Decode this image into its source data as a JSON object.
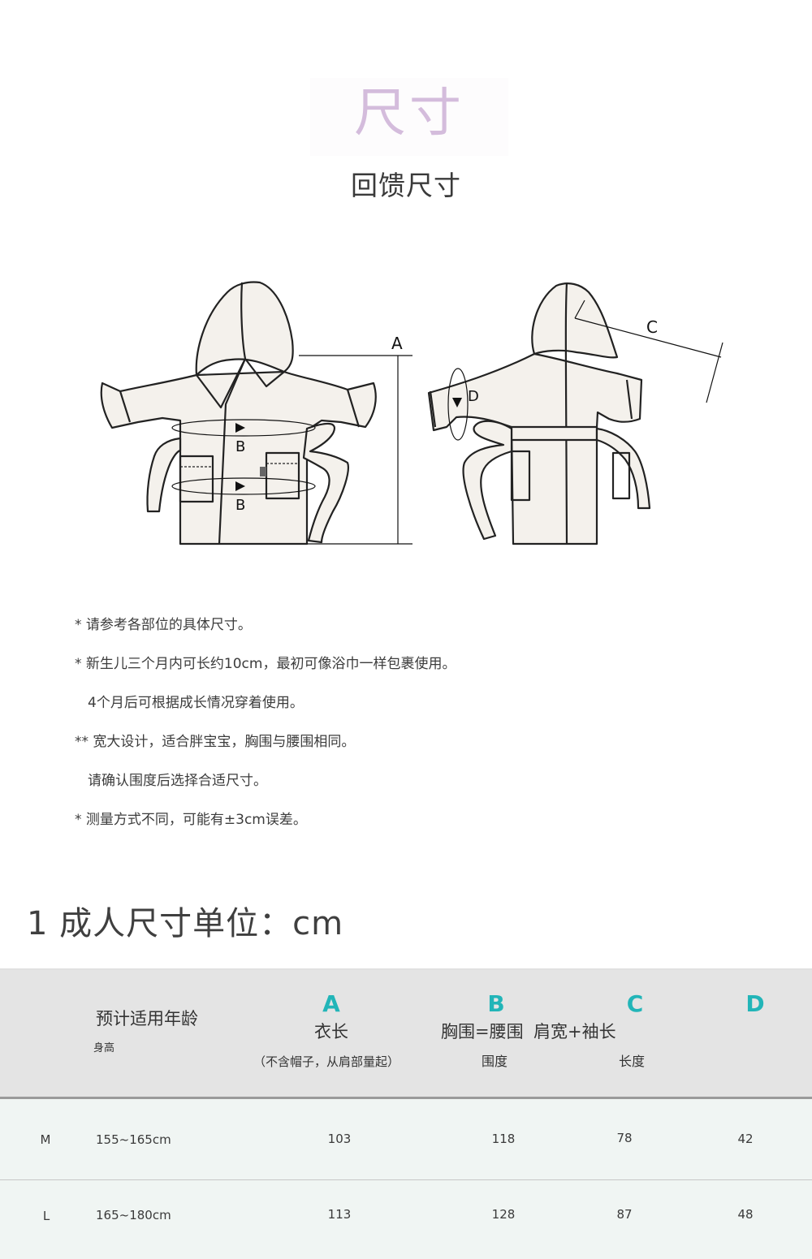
{
  "hero": {
    "title": "尺寸",
    "subtitle": "回馈尺寸"
  },
  "diagram": {
    "front_labels": {
      "length": "A",
      "circumference_chest": "B",
      "circumference_waist": "B"
    },
    "back_labels": {
      "sleeve_length": "C",
      "sleeve_circumference": "D"
    }
  },
  "notes": [
    {
      "text": "* 请参考各部位的具体尺寸。",
      "indent": false
    },
    {
      "text": "* 新生儿三个月内可长约10cm，最初可像浴巾一样包裹使用。",
      "indent": false
    },
    {
      "text": "4个月后可根据成长情况穿着使用。",
      "indent": true
    },
    {
      "text": "** 宽大设计，适合胖宝宝，胸围与腰围相同。",
      "indent": false
    },
    {
      "text": "请确认围度后选择合适尺寸。",
      "indent": true
    },
    {
      "text": "* 测量方式不同，可能有±3cm误差。",
      "indent": false
    }
  ],
  "section": {
    "title": "1 成人尺寸单位：cm"
  },
  "table": {
    "colors": {
      "letter": "#22b5b8",
      "header_bg": "#e4e4e4",
      "body_bg": "#f0f5f3"
    },
    "header": {
      "age_label": "预计适用年龄",
      "height_label": "身高",
      "a_letter": "A",
      "a_label": "衣长",
      "a_note": "（不含帽子，从肩部量起）",
      "b_letter": "B",
      "b_label": "胸围=腰围",
      "b_sub": "围度",
      "c_letter": "C",
      "c_label": "肩宽+袖长",
      "c_sub": "长度",
      "d_letter": "D"
    },
    "rows": [
      {
        "size": "M",
        "height": "155~165cm",
        "a": "103",
        "b": "118",
        "c": "78",
        "d": "42"
      },
      {
        "size": "L",
        "height": "165~180cm",
        "a": "113",
        "b": "128",
        "c": "87",
        "d": "48"
      }
    ]
  }
}
